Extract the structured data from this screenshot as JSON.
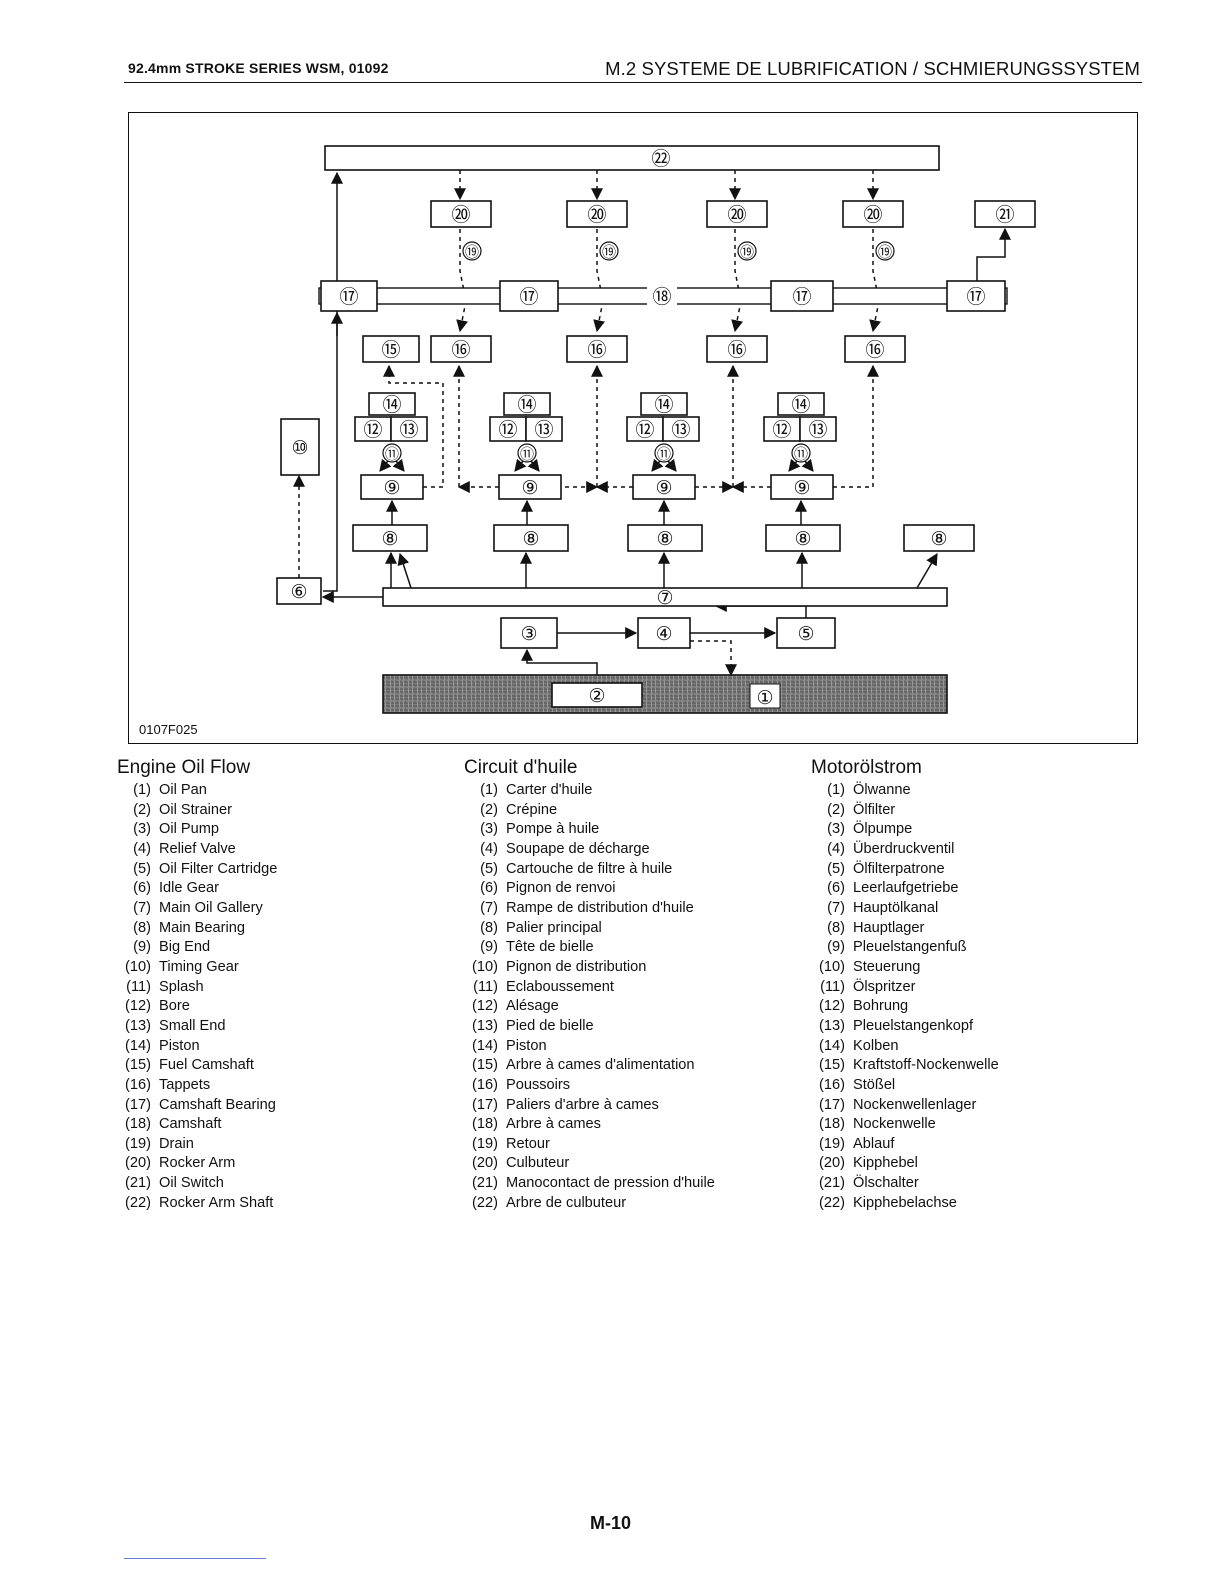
{
  "header": {
    "left": "92.4mm STROKE SERIES  WSM, 01092",
    "right": "M.2  SYSTEME DE LUBRIFICATION / SCHMIERUNGSSYSTEM"
  },
  "figure": {
    "code": "0107F025",
    "labels": {
      "n1": "①",
      "n2": "②",
      "n3": "③",
      "n4": "④",
      "n5": "⑤",
      "n6": "⑥",
      "n7": "⑦",
      "n8": "⑧",
      "n9": "⑨",
      "n10": "⑩",
      "n11": "⑪",
      "n12": "⑫",
      "n13": "⑬",
      "n14": "⑭",
      "n15": "⑮",
      "n16": "⑯",
      "n17": "⑰",
      "n18": "⑱",
      "n19": "⑲",
      "n20": "⑳",
      "n21": "㉑",
      "n22": "㉒"
    }
  },
  "legends": {
    "english": {
      "title": "Engine Oil Flow",
      "items": [
        {
          "n": "(1)",
          "t": "Oil Pan"
        },
        {
          "n": "(2)",
          "t": "Oil Strainer"
        },
        {
          "n": "(3)",
          "t": "Oil Pump"
        },
        {
          "n": "(4)",
          "t": "Relief Valve"
        },
        {
          "n": "(5)",
          "t": "Oil Filter Cartridge"
        },
        {
          "n": "(6)",
          "t": "Idle Gear"
        },
        {
          "n": "(7)",
          "t": "Main Oil Gallery"
        },
        {
          "n": "(8)",
          "t": "Main Bearing"
        },
        {
          "n": "(9)",
          "t": "Big End"
        },
        {
          "n": "(10)",
          "t": "Timing Gear"
        },
        {
          "n": "(11)",
          "t": "Splash"
        },
        {
          "n": "(12)",
          "t": "Bore"
        },
        {
          "n": "(13)",
          "t": "Small End"
        },
        {
          "n": "(14)",
          "t": "Piston"
        },
        {
          "n": "(15)",
          "t": "Fuel Camshaft"
        },
        {
          "n": "(16)",
          "t": "Tappets"
        },
        {
          "n": "(17)",
          "t": "Camshaft Bearing"
        },
        {
          "n": "(18)",
          "t": "Camshaft"
        },
        {
          "n": "(19)",
          "t": "Drain"
        },
        {
          "n": "(20)",
          "t": "Rocker Arm"
        },
        {
          "n": "(21)",
          "t": "Oil Switch"
        },
        {
          "n": "(22)",
          "t": "Rocker Arm Shaft"
        }
      ]
    },
    "french": {
      "title": "Circuit d'huile",
      "items": [
        {
          "n": "(1)",
          "t": "Carter d'huile"
        },
        {
          "n": "(2)",
          "t": "Crépine"
        },
        {
          "n": "(3)",
          "t": "Pompe à huile"
        },
        {
          "n": "(4)",
          "t": "Soupape de décharge"
        },
        {
          "n": "(5)",
          "t": "Cartouche de filtre à huile"
        },
        {
          "n": "(6)",
          "t": "Pignon de renvoi"
        },
        {
          "n": "(7)",
          "t": "Rampe de distribution d'huile"
        },
        {
          "n": "(8)",
          "t": "Palier principal"
        },
        {
          "n": "(9)",
          "t": "Tête de bielle"
        },
        {
          "n": "(10)",
          "t": "Pignon de distribution"
        },
        {
          "n": "(11)",
          "t": "Eclaboussement"
        },
        {
          "n": "(12)",
          "t": "Alésage"
        },
        {
          "n": "(13)",
          "t": "Pied de bielle"
        },
        {
          "n": "(14)",
          "t": "Piston"
        },
        {
          "n": "(15)",
          "t": "Arbre à cames d'alimentation"
        },
        {
          "n": "(16)",
          "t": "Poussoirs"
        },
        {
          "n": "(17)",
          "t": "Paliers d'arbre à cames"
        },
        {
          "n": "(18)",
          "t": "Arbre à cames"
        },
        {
          "n": "(19)",
          "t": "Retour"
        },
        {
          "n": "(20)",
          "t": "Culbuteur"
        },
        {
          "n": "(21)",
          "t": "Manocontact de pression d'huile"
        },
        {
          "n": "(22)",
          "t": "Arbre de culbuteur"
        }
      ]
    },
    "german": {
      "title": "Motorölstrom",
      "items": [
        {
          "n": "(1)",
          "t": "Ölwanne"
        },
        {
          "n": "(2)",
          "t": "Ölfilter"
        },
        {
          "n": "(3)",
          "t": "Ölpumpe"
        },
        {
          "n": "(4)",
          "t": "Überdruckventil"
        },
        {
          "n": "(5)",
          "t": "Ölfilterpatrone"
        },
        {
          "n": "(6)",
          "t": "Leerlaufgetriebe"
        },
        {
          "n": "(7)",
          "t": "Hauptölkanal"
        },
        {
          "n": "(8)",
          "t": "Hauptlager"
        },
        {
          "n": "(9)",
          "t": "Pleuelstangenfuß"
        },
        {
          "n": "(10)",
          "t": "Steuerung"
        },
        {
          "n": "(11)",
          "t": "Ölspritzer"
        },
        {
          "n": "(12)",
          "t": "Bohrung"
        },
        {
          "n": "(13)",
          "t": "Pleuelstangenkopf"
        },
        {
          "n": "(14)",
          "t": "Kolben"
        },
        {
          "n": "(15)",
          "t": "Kraftstoff-Nockenwelle"
        },
        {
          "n": "(16)",
          "t": "Stößel"
        },
        {
          "n": "(17)",
          "t": "Nockenwellenlager"
        },
        {
          "n": "(18)",
          "t": "Nockenwelle"
        },
        {
          "n": "(19)",
          "t": "Ablauf"
        },
        {
          "n": "(20)",
          "t": "Kipphebel"
        },
        {
          "n": "(21)",
          "t": "Ölschalter"
        },
        {
          "n": "(22)",
          "t": "Kipphebelachse"
        }
      ]
    }
  },
  "page_number": "M-10"
}
